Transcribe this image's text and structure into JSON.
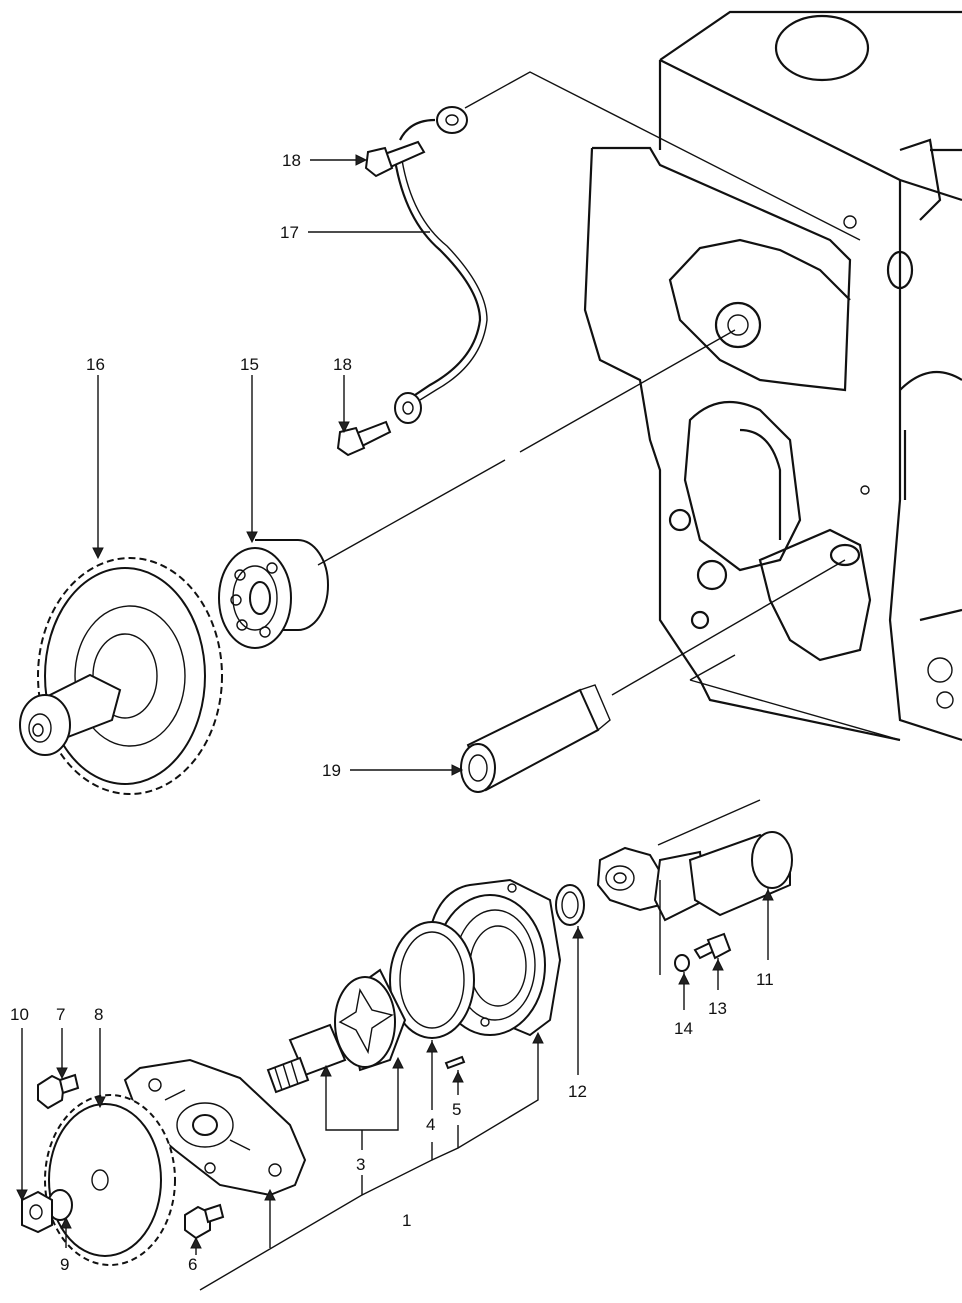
{
  "callouts": {
    "c1": "1",
    "c3": "3",
    "c4": "4",
    "c5": "5",
    "c6": "6",
    "c7": "7",
    "c8": "8",
    "c9": "9",
    "c10": "10",
    "c11": "11",
    "c12": "12",
    "c13": "13",
    "c14": "14",
    "c15": "15",
    "c16": "16",
    "c17": "17",
    "c18a": "18",
    "c18b": "18",
    "c19": "19"
  }
}
